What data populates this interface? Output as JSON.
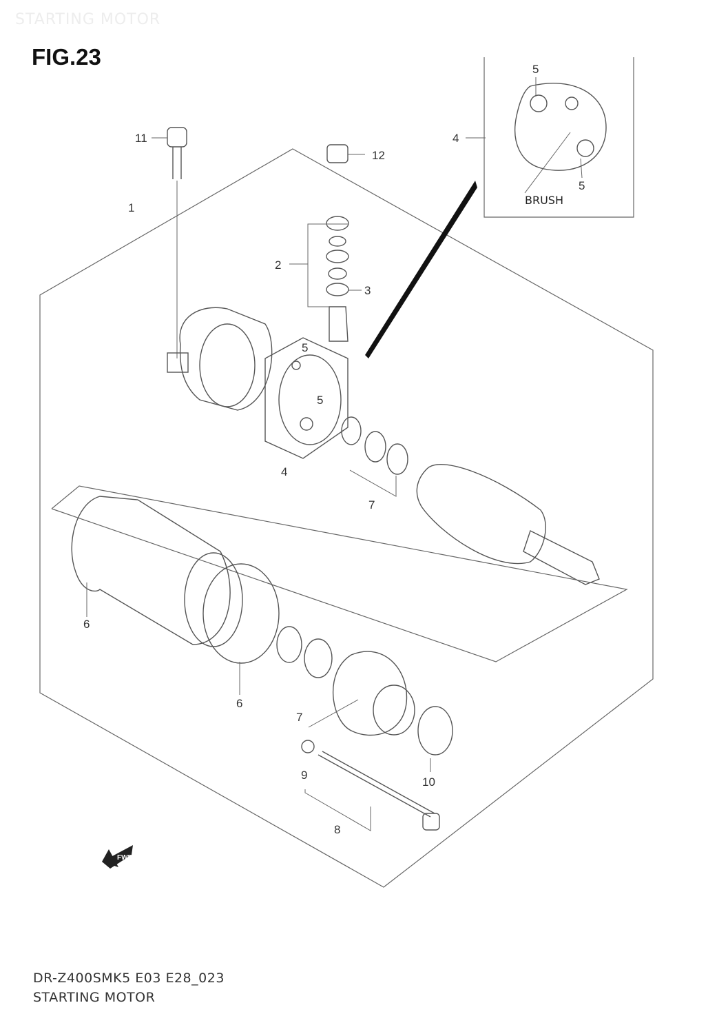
{
  "watermark": "STARTING MOTOR",
  "figure_label": "FIG.23",
  "footer": {
    "code": "DR-Z400SMK5 E03 E28_023",
    "title": "STARTING MOTOR"
  },
  "inset": {
    "brush_label": "BRUSH"
  },
  "fwd_arrow": {
    "text": "FWD"
  },
  "callouts": {
    "c1": "1",
    "c2": "2",
    "c3": "3",
    "c4": "4",
    "c4b": "4",
    "c5a": "5",
    "c5b": "5",
    "c5c": "5",
    "c5d": "5",
    "c6a": "6",
    "c6b": "6",
    "c7a": "7",
    "c7b": "7",
    "c8": "8",
    "c9": "9",
    "c10": "10",
    "c11": "11",
    "c12": "12"
  }
}
